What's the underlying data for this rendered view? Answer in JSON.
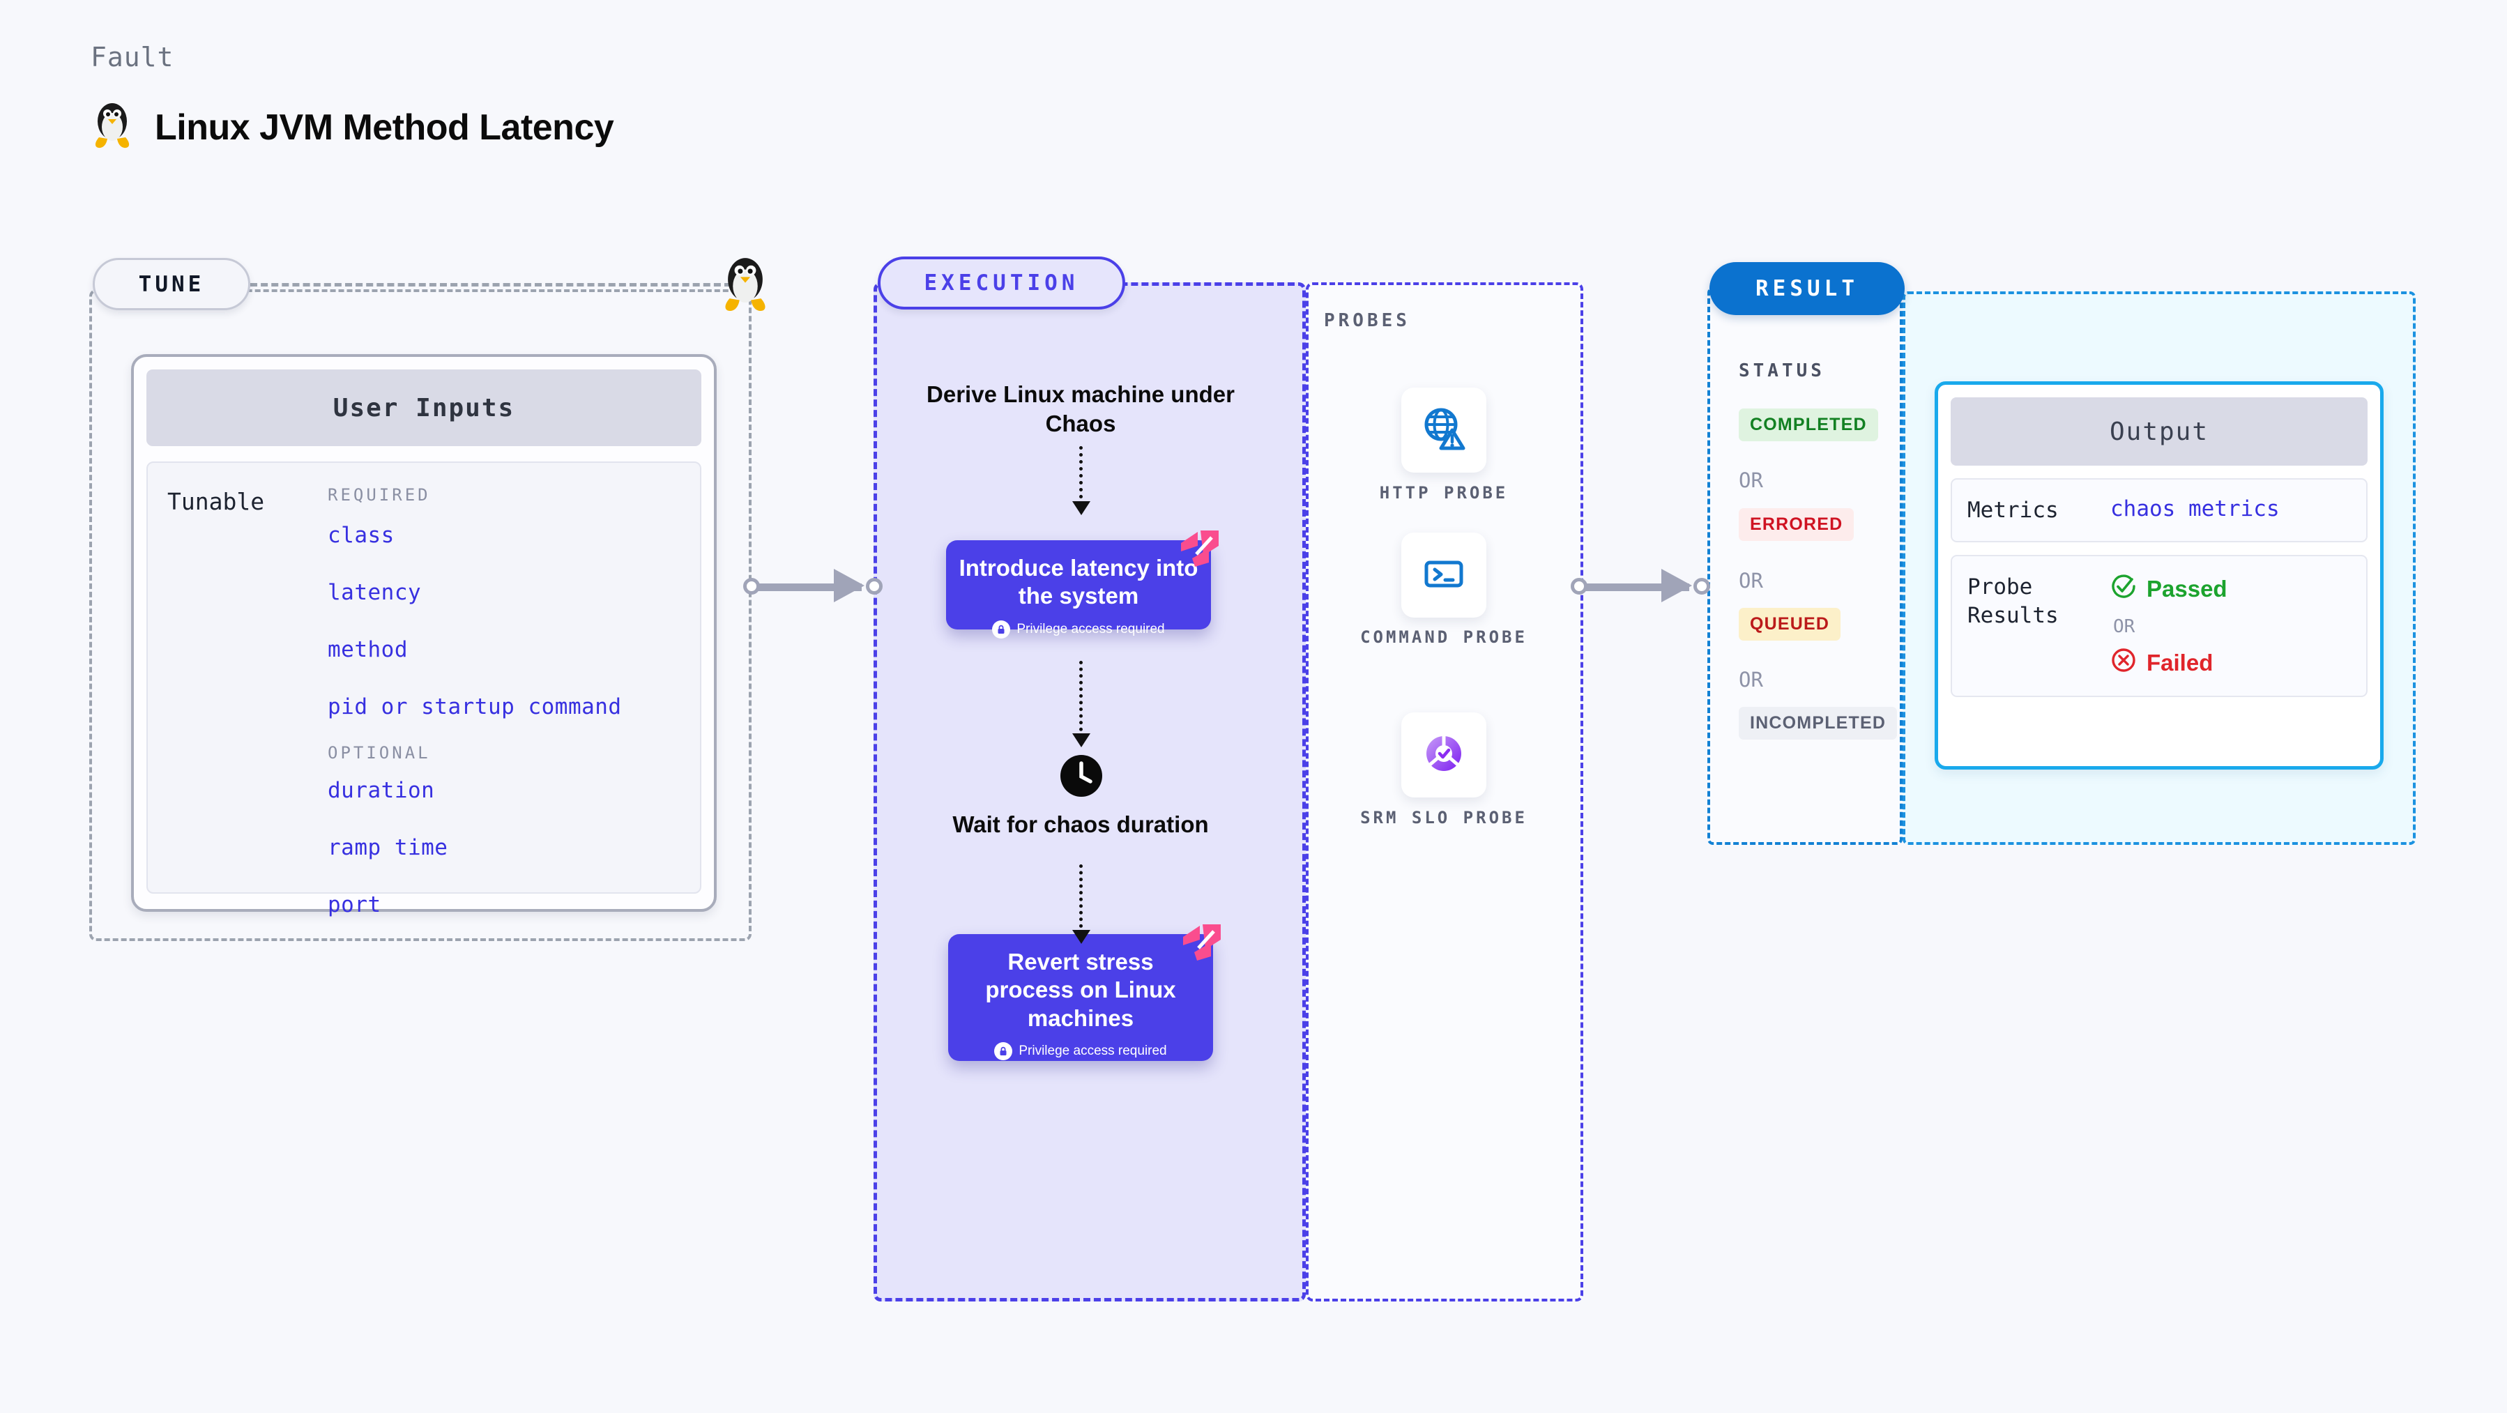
{
  "header": {
    "kicker": "Fault",
    "title": "Linux JVM Method Latency",
    "icon": "linux-penguin-icon"
  },
  "tune": {
    "pill_label": "TUNE",
    "platform_icon": "linux-penguin-icon",
    "card_title": "User Inputs",
    "tunable_label": "Tunable",
    "required_label": "REQUIRED",
    "optional_label": "OPTIONAL",
    "required": [
      "class",
      "latency",
      "method",
      "pid or startup command"
    ],
    "optional": [
      "duration",
      "ramp time",
      "port"
    ]
  },
  "execution": {
    "pill_label": "EXECUTION",
    "step1_label": "Derive Linux machine under Chaos",
    "step2_title": "Introduce latency into the system",
    "step2_note": "Privilege access required",
    "step3_label": "Wait for chaos duration",
    "step4_title": "Revert stress process on Linux machines",
    "step4_note": "Privilege access required",
    "clock_icon": "clock-icon",
    "lock_icon": "lock-icon",
    "harness_icon": "harness-logo-icon"
  },
  "probes": {
    "title": "PROBES",
    "items": [
      {
        "label": "HTTP PROBE",
        "icon": "globe-warning-icon"
      },
      {
        "label": "COMMAND PROBE",
        "icon": "terminal-icon"
      },
      {
        "label": "SRM SLO PROBE",
        "icon": "slo-check-icon"
      }
    ]
  },
  "result": {
    "pill_label": "RESULT",
    "status_title": "STATUS",
    "or_label": "OR",
    "statuses": [
      {
        "label": "COMPLETED",
        "bg": "#dff3e0",
        "fg": "#128022"
      },
      {
        "label": "ERRORED",
        "bg": "#fdecec",
        "fg": "#cf1322"
      },
      {
        "label": "QUEUED",
        "bg": "#fcf0c9",
        "fg": "#bb1a1a"
      },
      {
        "label": "INCOMPLETED",
        "bg": "#eef0f5",
        "fg": "#5b6073"
      }
    ]
  },
  "output": {
    "card_title": "Output",
    "metrics_key": "Metrics",
    "metrics_value": "chaos metrics",
    "probe_results_key": "Probe Results",
    "passed_label": "Passed",
    "failed_label": "Failed",
    "or_label": "OR",
    "passed_icon": "check-circle-icon",
    "failed_icon": "x-circle-icon"
  },
  "colors": {
    "accent_purple": "#4b40e8",
    "accent_blue": "#0b72cf",
    "accent_cyan": "#19a9ec",
    "pink": "#fa4d8e",
    "page_bg": "#f7f8fc"
  }
}
